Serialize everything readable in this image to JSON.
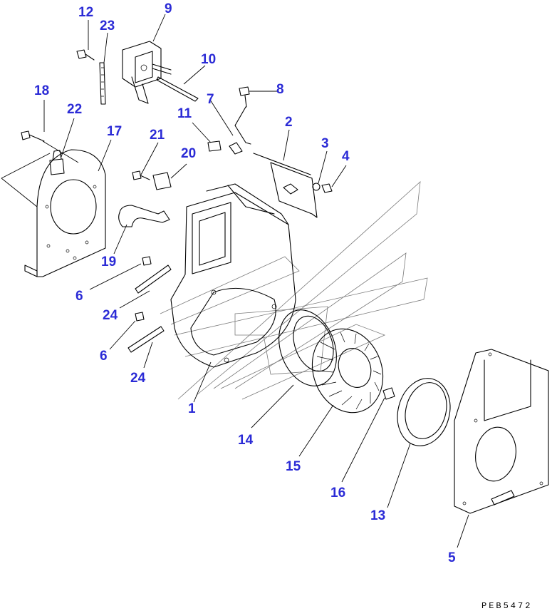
{
  "diagram": {
    "part_labels": {
      "p1": "1",
      "p2": "2",
      "p3": "3",
      "p4": "4",
      "p5": "5",
      "p6a": "6",
      "p6b": "6",
      "p7": "7",
      "p8": "8",
      "p9": "9",
      "p10": "10",
      "p11": "11",
      "p12": "12",
      "p13": "13",
      "p14": "14",
      "p15": "15",
      "p16": "16",
      "p17": "17",
      "p18": "18",
      "p19": "19",
      "p20": "20",
      "p21": "21",
      "p22": "22",
      "p23": "23",
      "p24a": "24",
      "p24b": "24"
    },
    "drawing_code": "PEB5472",
    "colors": {
      "label": "#2b2bd6",
      "line": "#000000",
      "watermark": "#7a7a7a"
    }
  }
}
